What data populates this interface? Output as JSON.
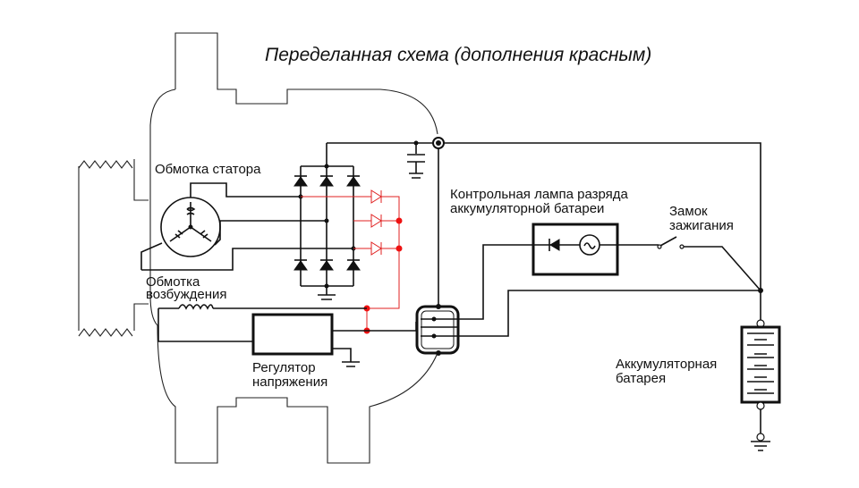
{
  "title": "Переделанная схема (дополнения красным)",
  "labels": {
    "stator": "Обмотка статора",
    "excitation_line1": "Обмотка",
    "excitation_line2": "возбуждения",
    "regulator_line1": "Регулятор",
    "regulator_line2": "напряжения",
    "lamp_line1": "Контрольная лампа разряда",
    "lamp_line2": "аккумуляторной батареи",
    "ignition_line1": "Замок",
    "ignition_line2": "зажигания",
    "battery_line1": "Аккумуляторная",
    "battery_line2": "батарея"
  },
  "colors": {
    "wire": "#111111",
    "addition": "#e02020",
    "background": "#ffffff"
  },
  "components": [
    {
      "id": "stator-winding",
      "label_ref": "stator",
      "symbol": "three-phase-star-winding"
    },
    {
      "id": "rectifier-bridge",
      "symbol": "six-diode-bridge"
    },
    {
      "id": "added-diodes",
      "symbol": "three-diodes",
      "color": "addition"
    },
    {
      "id": "capacitor",
      "symbol": "capacitor-to-ground"
    },
    {
      "id": "excitation-winding",
      "label_ref": "excitation_line1",
      "symbol": "coil"
    },
    {
      "id": "voltage-regulator",
      "label_ref": "regulator_line1",
      "symbol": "box"
    },
    {
      "id": "connector",
      "symbol": "multi-pin-connector"
    },
    {
      "id": "warning-lamp",
      "label_ref": "lamp_line1",
      "symbol": "diode-and-lamp"
    },
    {
      "id": "ignition-switch",
      "label_ref": "ignition_line1",
      "symbol": "switch"
    },
    {
      "id": "battery",
      "label_ref": "battery_line1",
      "symbol": "battery-cells"
    }
  ]
}
